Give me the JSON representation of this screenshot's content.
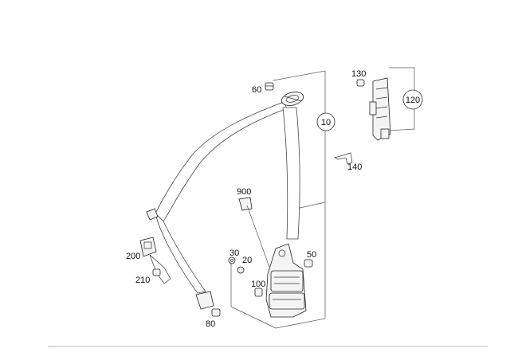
{
  "diagram": {
    "callouts": [
      "10",
      "20",
      "30",
      "50",
      "60",
      "80",
      "100",
      "120",
      "130",
      "140",
      "200",
      "210",
      "900"
    ]
  }
}
